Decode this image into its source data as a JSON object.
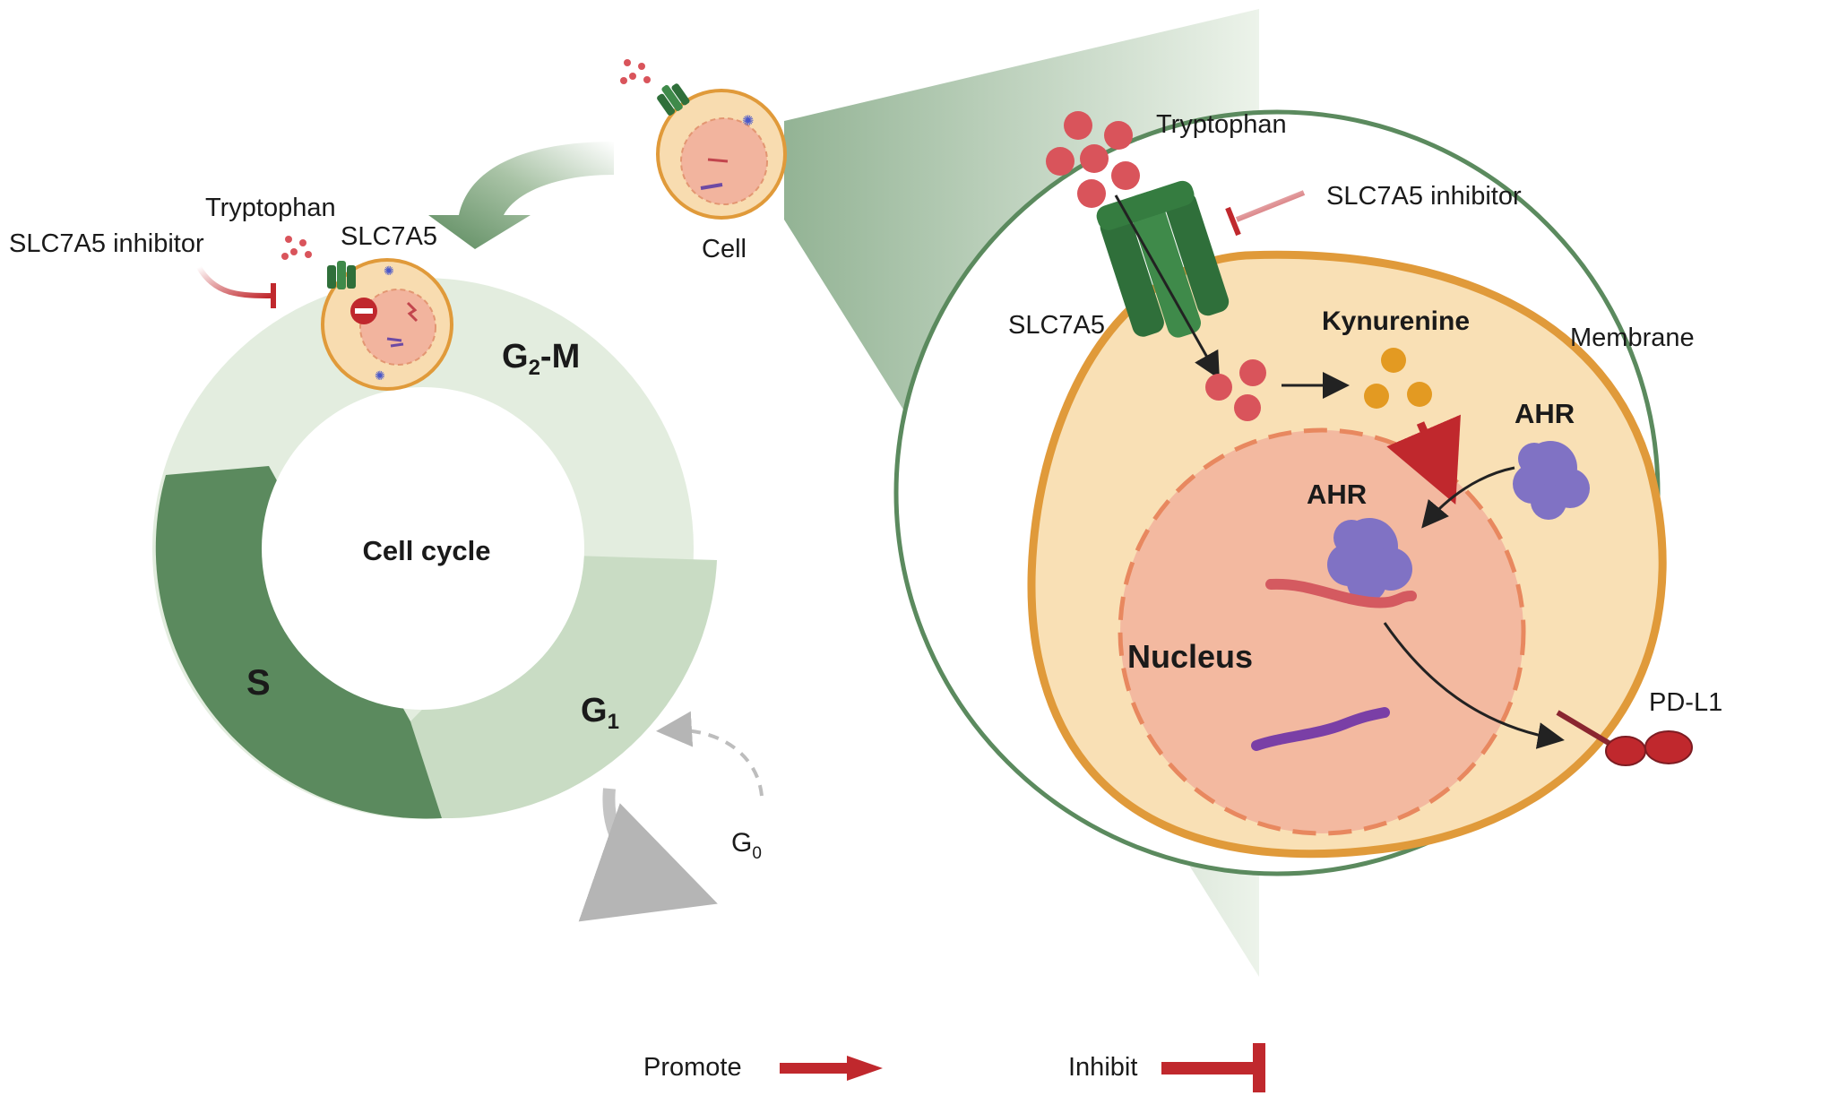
{
  "cycle": {
    "center_label": "Cell cycle",
    "phase_g2m_main": "G",
    "phase_g2m_sub": "2",
    "phase_g2m_tail": "-M",
    "phase_s": "S",
    "phase_g1_main": "G",
    "phase_g1_sub": "1",
    "phase_g0_main": "G",
    "phase_g0_sub": "0"
  },
  "left": {
    "tryptophan_label": "Tryptophan",
    "inhibitor_label": "SLC7A5 inhibitor",
    "transporter_label": "SLC7A5",
    "small_cell_label": "Cell"
  },
  "zoom": {
    "tryptophan_label": "Tryptophan",
    "inhibitor_label": "SLC7A5 inhibitor",
    "transporter_label": "SLC7A5",
    "kynurenine_label": "Kynurenine",
    "membrane_label": "Membrane",
    "ahr_cytoplasm_label": "AHR",
    "ahr_nucleus_label": "AHR",
    "nucleus_label": "Nucleus",
    "pdl1_label": "PD-L1"
  },
  "legend": {
    "promote_label": "Promote",
    "inhibit_label": "Inhibit"
  },
  "colors": {
    "promote_red": "#c0282d",
    "dark_green": "#5b8a5e",
    "light_green": "#e3eddf",
    "mid_green": "#c9dcc4",
    "membrane_orange": "#e09a3a",
    "nucleus_pink": "#f3b9a0",
    "tryptophan_red": "#d9545b",
    "kynurenine_orange": "#e39a22",
    "ahr_purple": "#8072c4"
  }
}
